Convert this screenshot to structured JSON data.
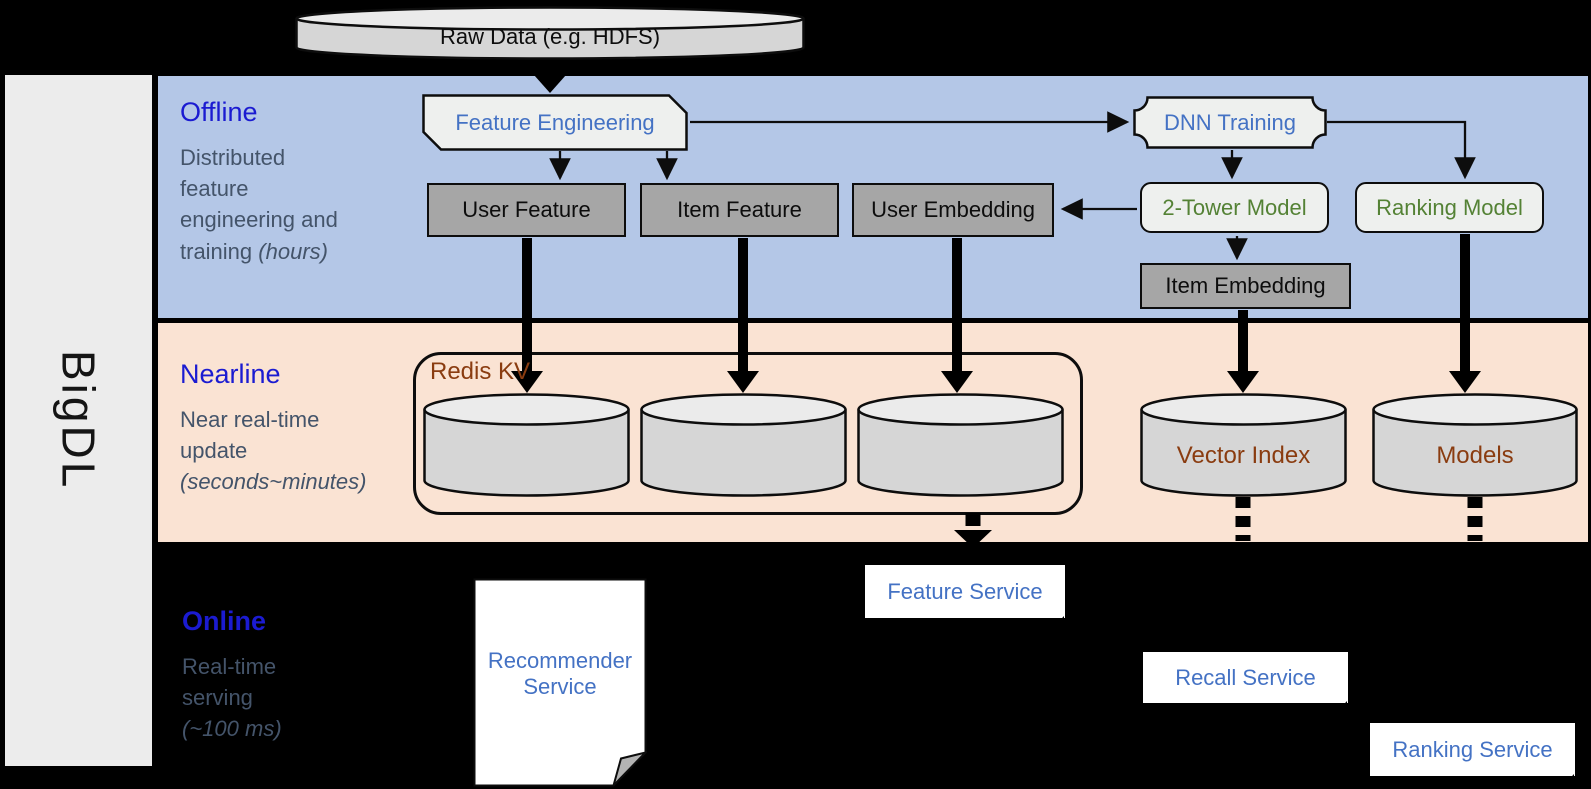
{
  "colors": {
    "offline_band": "#b4c7e7",
    "nearline_band": "#fae3d3",
    "online_bg": "#000000",
    "sidebar_bg": "#ececec",
    "heading_blue": "#1b1bd1",
    "desc_gray": "#44546a",
    "node_text_blue": "#4472c4",
    "node_text_green": "#548235",
    "node_text_brown": "#8a3c10",
    "gray_box": "#a6a6a6",
    "light_box": "#eef0ee",
    "cylinder_body": "#d6d6d6",
    "cylinder_top": "#ebebeb"
  },
  "sidebar": {
    "brand": "BigDL"
  },
  "source": {
    "label": "Raw Data (e.g. HDFS)"
  },
  "sections": {
    "offline": {
      "title": "Offline",
      "desc": "Distributed\nfeature\nengineering and\ntraining ",
      "desc_italic": "(hours)"
    },
    "nearline": {
      "title": "Nearline",
      "desc": "Near real-time\nupdate\n",
      "desc_italic": "(seconds~minutes)"
    },
    "online": {
      "title": "Online",
      "desc": "Real-time\nserving\n",
      "desc_italic": "(~100 ms)"
    }
  },
  "nodes": {
    "feature_engineering": "Feature Engineering",
    "dnn_training": "DNN Training",
    "user_feature": "User Feature",
    "item_feature": "Item Feature",
    "user_embedding": "User Embedding",
    "two_tower_model": "2-Tower Model",
    "ranking_model": "Ranking Model",
    "item_embedding": "Item Embedding",
    "redis_kv": "Redis KV",
    "vector_index": "Vector Index",
    "models": "Models",
    "recommender_service": "Recommender\nService",
    "feature_service": "Feature Service",
    "recall_service": "Recall Service",
    "ranking_service": "Ranking Service"
  }
}
